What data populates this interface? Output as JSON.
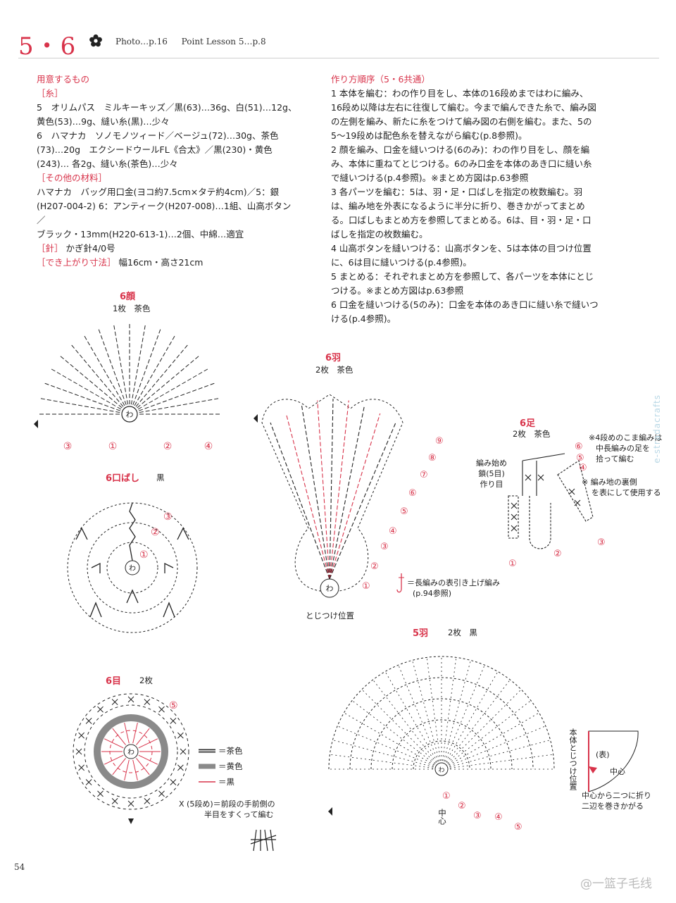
{
  "header": {
    "number": "5・6",
    "photo_ref": "Photo…p.16",
    "lesson_ref": "Point Lesson 5…p.8"
  },
  "materials": {
    "heading": "用意するもの",
    "yarn_label": "［糸］",
    "yarn_5": [
      "5　オリムパス　ミルキーキッズ／黒(63)…36g、白(51)…12g、",
      "黄色(53)…9g、縫い糸(黒)…少々"
    ],
    "yarn_6": [
      "6　ハマナカ　ソノモノツィード／ベージュ(72)…30g、茶色",
      "(73)…20g　エクシードウールFL《合太》／黒(230)・黄色",
      "(243)… 各2g、縫い糸(茶色)…少々"
    ],
    "other_label": "［その他の材料］",
    "other": [
      "ハマナカ　バッグ用口金(ヨコ約7.5cm×タテ約4cm)／5：銀",
      "(H207-004-2) 6：アンティーク(H207-008)…1組、山高ボタン／",
      "ブラック・13mm(H220-613-1)…2個、中綿…適宜"
    ],
    "needle_label": "［針］",
    "needle": "かぎ針4/0号",
    "size_label": "［でき上がり寸法］",
    "size": "幅16cm・高さ21cm"
  },
  "instructions": {
    "heading": "作り方順序（5・6共通）",
    "steps": [
      "1 本体を編む：わの作り目をし、本体の16段めまではわに編み、16段め以降は左右に往復して編む。今まで編んできた糸で、編み図の左側を編み、新たに糸をつけて編み図の右側を編む。また、5の5〜19段めは配色糸を替えながら編む(p.8参照)。",
      "2 顔を編み、口金を縫いつける(6のみ)：わの作り目をし、顔を編み、本体に重ねてとじつける。6のみ口金を本体のあき口に縫い糸で縫いつける(p.4参照)。※まとめ方図はp.63参照",
      "3 各パーツを編む：5は、羽・足・口ばしを指定の枚数編む。羽は、編み地を外表になるように半分に折り、巻きかがってまとめる。口ばしもまとめ方を参照してまとめる。6は、目・羽・足・口ばしを指定の枚数編む。",
      "4 山高ボタンを縫いつける：山高ボタンを、5は本体の目つけ位置に、6は目に縫いつける(p.4参照)。",
      "5 まとめる：それぞれまとめ方を参照して、各パーツを本体にとじつける。※まとめ方図はp.63参照",
      "6 口金を縫いつける(5のみ)：口金を本体のあき口に縫い糸で縫いつける(p.4参照)。"
    ]
  },
  "diagrams": {
    "face": {
      "title": "6顔",
      "sub": "1枚　茶色",
      "ring": "わ",
      "rows": [
        "③",
        "①",
        "②",
        "④"
      ]
    },
    "beak": {
      "title": "6口ばし",
      "sub": "黒",
      "ring": "わ",
      "rows": [
        "③",
        "②",
        "①"
      ]
    },
    "eye": {
      "title": "6目",
      "sub": "2枚",
      "ring": "わ",
      "rows": [
        "⑤"
      ]
    },
    "legend": {
      "brown": "＝茶色",
      "yellow": "＝黄色",
      "black": "＝黒",
      "note": [
        "X (5段め)＝前段の手前側の",
        "半目をすくって編む"
      ]
    },
    "wing6": {
      "title": "6羽",
      "sub": "2枚　茶色",
      "ring": "わ",
      "rows": [
        "⑨",
        "⑧",
        "⑦",
        "⑥",
        "⑤",
        "④",
        "③",
        "②",
        "①"
      ],
      "attach": "とじつけ位置",
      "symbol_note": [
        "＝長編みの表引き上げ編み",
        "(p.94参照)"
      ]
    },
    "foot6": {
      "title": "6足",
      "sub": "2枚　茶色",
      "start_note": [
        "編み始め",
        "鎖(5目)",
        "作り目"
      ],
      "notes": [
        "※4段めのこま編みは",
        "中長編みの足を",
        "拾って編む",
        "※ 編み地の裏側",
        "を表にして使用する"
      ],
      "rows": [
        "⑥",
        "⑤",
        "④",
        "③",
        "②",
        "①"
      ]
    },
    "wing5": {
      "title": "5羽",
      "sub": "2枚　黒",
      "ring": "わ",
      "rows": [
        "①",
        "②",
        "③",
        "④",
        "⑤"
      ],
      "center": "中心"
    },
    "fold": {
      "side": "本体とじつけ位置",
      "face": "(表)",
      "center": "中心",
      "note": [
        "中心から二つに折り",
        "二辺を巻きかがる"
      ]
    }
  },
  "footer": {
    "page": "54",
    "watermark": "@一篮子毛线",
    "side": "e-stradacrafts"
  },
  "colors": {
    "accent": "#d8334a",
    "brown": "#333333",
    "yellow": "#8a8a8a",
    "black": "#d8334a"
  }
}
